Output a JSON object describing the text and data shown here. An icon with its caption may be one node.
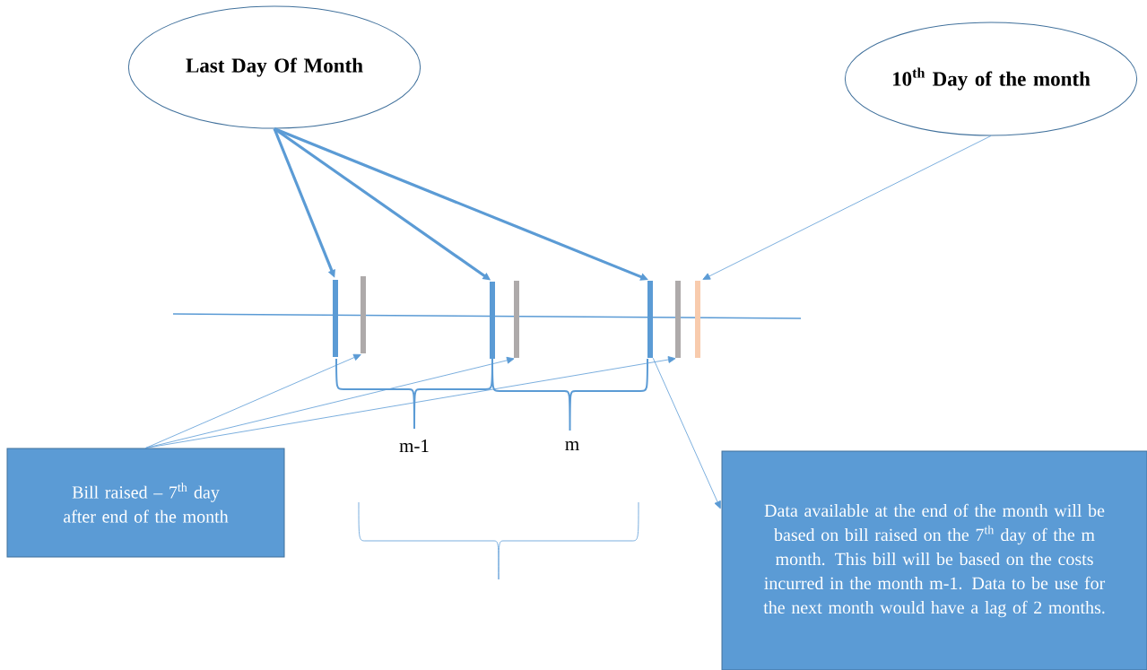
{
  "diagram": {
    "nodes": [
      {
        "text": [
          "Last Day Of Month"
        ]
      },
      {
        "text": [
          "10$^{th}$ Day of the month"
        ]
      },
      {
        "text": [],
        "shape": "bar"
      },
      {
        "text": [],
        "shape": "bar"
      },
      {
        "text": [],
        "shape": "bar"
      },
      {
        "text": [],
        "shape": "bar"
      },
      {
        "text": [],
        "shape": "bar"
      },
      {
        "text": [],
        "shape": "bar"
      },
      {
        "text": [],
        "shape": "bar"
      },
      {
        "text": [
          "Bill raised – 7$^{th}$ day after end of the month"
        ]
      },
      {
        "text": [
          "Data available at the end of the month will be based on bill raised on the 7$^{th}$ day of the m month. This bill will be based on the costs incurred in the month m-1. Data to be use for the next month would have a lag of  2 months."
        ]
      }
    ],
    "edges": [
      {
        "from": 0,
        "to": 2,
        "arrow": "to",
        "style": "thick"
      },
      {
        "from": 0,
        "to": 4,
        "arrow": "to",
        "style": "thick"
      },
      {
        "from": 0,
        "to": 6,
        "arrow": "to",
        "style": "thick"
      },
      {
        "from": 1,
        "to": 8,
        "arrow": "to"
      },
      {
        "from": 9,
        "to": 3,
        "arrow": "to"
      },
      {
        "from": 9,
        "to": 5,
        "arrow": "to"
      },
      {
        "from": 9,
        "to": 7,
        "arrow": "to"
      },
      {
        "from": 6,
        "to": 10,
        "arrow": "to"
      }
    ],
    "labels": [
      "m-1",
      "m"
    ]
  }
}
